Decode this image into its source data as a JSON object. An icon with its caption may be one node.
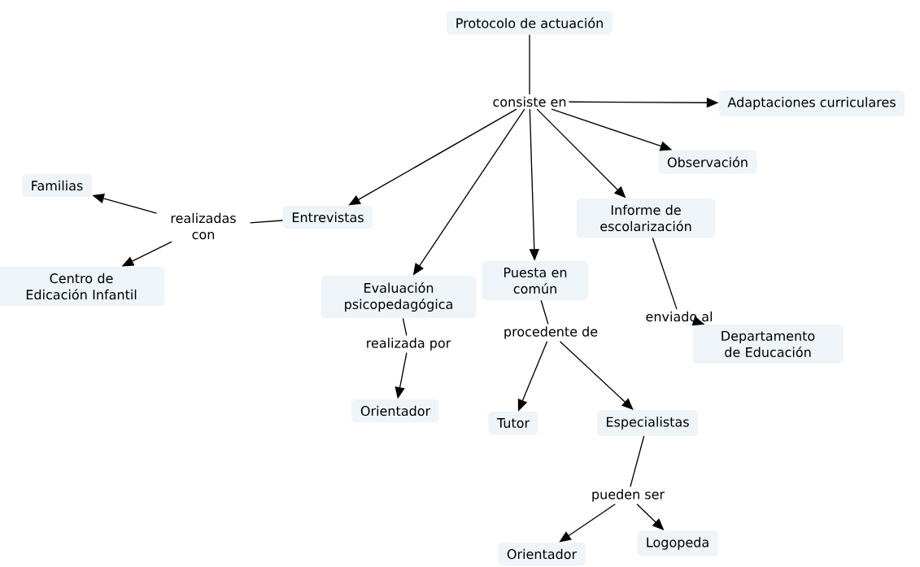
{
  "diagram": {
    "nodes": [
      {
        "text": [
          "Protocolo de actuación"
        ]
      },
      {
        "text": [
          "consiste en"
        ]
      },
      {
        "text": [
          "Adaptaciones curriculares"
        ]
      },
      {
        "text": [
          "Observación"
        ]
      },
      {
        "text": [
          "Entrevistas"
        ]
      },
      {
        "text": [
          "Informe de escolarización"
        ]
      },
      {
        "text": [
          "realizadas con"
        ]
      },
      {
        "text": [
          "Familias"
        ]
      },
      {
        "text": [
          "Centro de Edicación Infantil"
        ]
      },
      {
        "text": [
          "Evaluación psicopedagógica"
        ]
      },
      {
        "text": [
          "Puesta en común"
        ]
      },
      {
        "text": [
          "enviado al"
        ]
      },
      {
        "text": [
          "Departamento de Educación"
        ]
      },
      {
        "text": [
          "realizada por"
        ]
      },
      {
        "text": [
          "procedente de"
        ]
      },
      {
        "text": [
          "Orientador"
        ]
      },
      {
        "text": [
          "Tutor"
        ]
      },
      {
        "text": [
          "Especialistas"
        ]
      },
      {
        "text": [
          "pueden ser"
        ]
      },
      {
        "text": [
          "Orientador"
        ]
      },
      {
        "text": [
          "Logopeda"
        ]
      }
    ],
    "edges": [
      {
        "from": 0,
        "to": 1,
        "arrow": "none"
      },
      {
        "from": 1,
        "to": 2,
        "arrow": "to"
      },
      {
        "from": 1,
        "to": 3,
        "arrow": "to"
      },
      {
        "from": 1,
        "to": 5,
        "arrow": "to"
      },
      {
        "from": 1,
        "to": 10,
        "arrow": "to"
      },
      {
        "from": 1,
        "to": 9,
        "arrow": "to"
      },
      {
        "from": 1,
        "to": 4,
        "arrow": "to"
      },
      {
        "from": 4,
        "to": 6,
        "arrow": "none"
      },
      {
        "from": 6,
        "to": 7,
        "arrow": "to"
      },
      {
        "from": 6,
        "to": 8,
        "arrow": "to"
      },
      {
        "from": 9,
        "to": 13,
        "arrow": "none"
      },
      {
        "from": 13,
        "to": 15,
        "arrow": "to"
      },
      {
        "from": 10,
        "to": 14,
        "arrow": "none"
      },
      {
        "from": 14,
        "to": 16,
        "arrow": "to"
      },
      {
        "from": 14,
        "to": 17,
        "arrow": "to"
      },
      {
        "from": 5,
        "to": 11,
        "arrow": "none"
      },
      {
        "from": 11,
        "to": 12,
        "arrow": "to"
      },
      {
        "from": 17,
        "to": 18,
        "arrow": "none"
      },
      {
        "from": 18,
        "to": 19,
        "arrow": "to"
      },
      {
        "from": 18,
        "to": 20,
        "arrow": "to"
      }
    ]
  }
}
